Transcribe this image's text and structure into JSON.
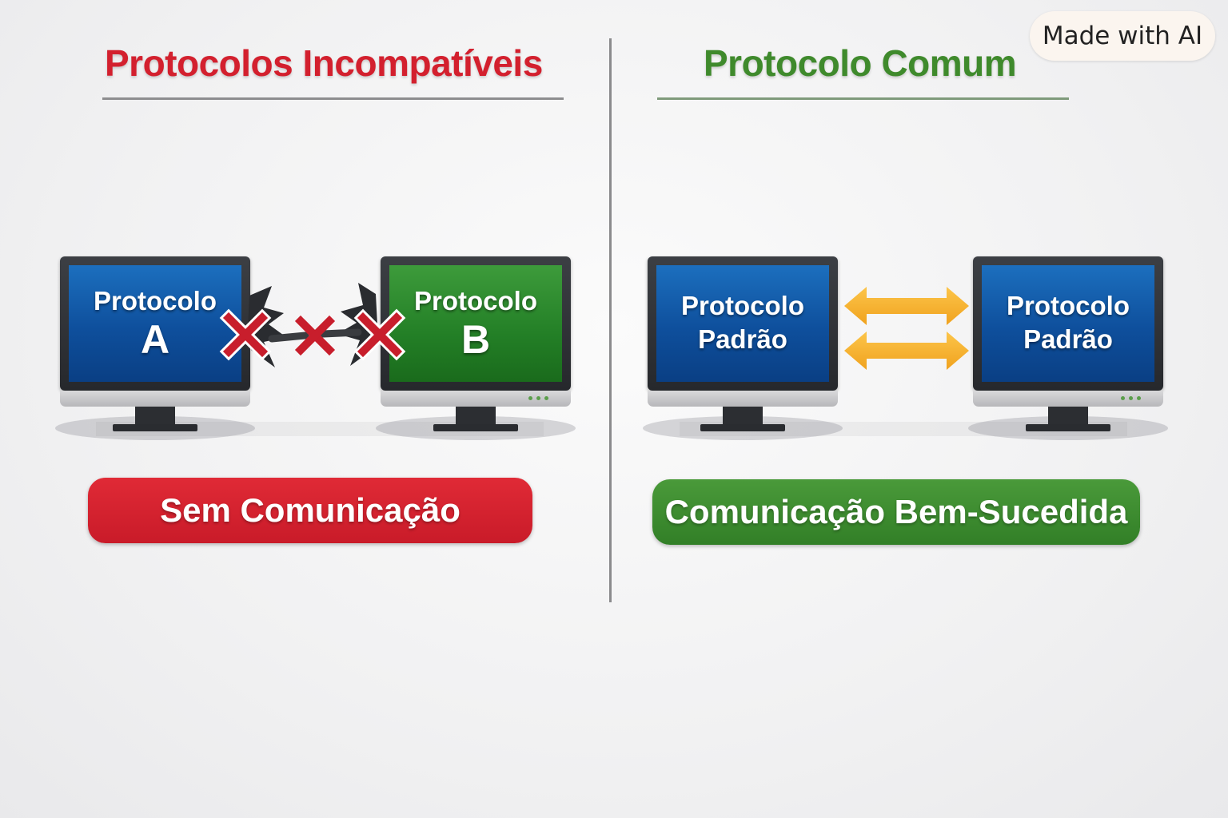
{
  "badge": {
    "text": "Made with AI"
  },
  "left_panel": {
    "title": "Protocolos Incompatíveis",
    "monitor_a": {
      "line1": "Protocolo",
      "line2": "A"
    },
    "monitor_b": {
      "line1": "Protocolo",
      "line2": "B"
    },
    "status": "Sem Comunicação"
  },
  "right_panel": {
    "title": "Protocolo Comum",
    "monitor_1": {
      "line1": "Protocolo",
      "line2": "Padrão"
    },
    "monitor_2": {
      "line1": "Protocolo",
      "line2": "Padrão"
    },
    "status": "Comunicação Bem-Sucedida"
  },
  "colors": {
    "incompatible_red": "#d3202e",
    "common_green": "#3f8a2c",
    "screen_blue": "#0e4f9c",
    "screen_green": "#237f26",
    "arrow_orange": "#f6b233"
  },
  "icons": [
    "broken-link-icon",
    "x-mark-icon",
    "bidirectional-arrow-icon"
  ]
}
